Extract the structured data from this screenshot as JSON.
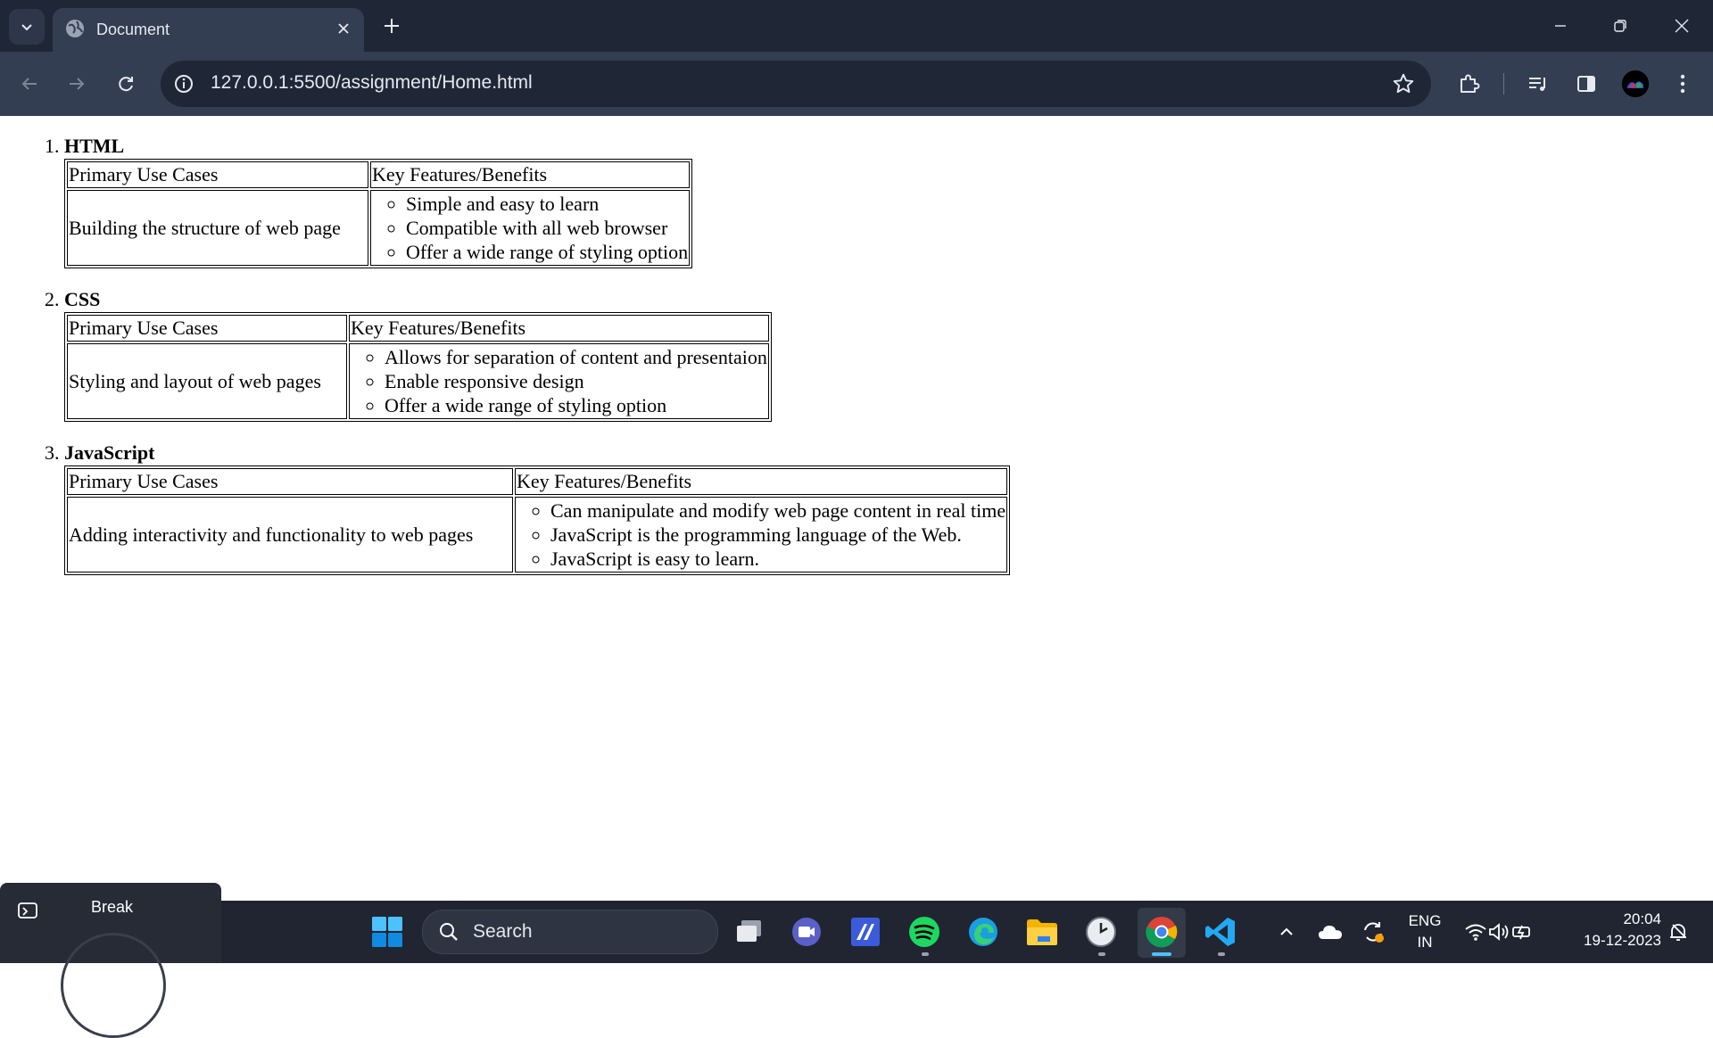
{
  "browser": {
    "tab": {
      "title": "Document"
    },
    "address": {
      "url": "127.0.0.1:5500/assignment/Home.html"
    }
  },
  "page": {
    "languages": [
      {
        "name": "HTML",
        "header_use": "Primary Use Cases",
        "header_features": "Key Features/Benefits",
        "use_case": "Building the structure of web page",
        "features": [
          "Simple and easy to learn",
          "Compatible with all web browser",
          "Offer a wide range of styling option"
        ]
      },
      {
        "name": "CSS",
        "header_use": "Primary Use Cases",
        "header_features": "Key Features/Benefits",
        "use_case": "Styling and layout of web pages",
        "features": [
          "Allows for separation of content and presentaion",
          "Enable responsive design",
          "Offer a wide range of styling option"
        ]
      },
      {
        "name": "JavaScript",
        "header_use": "Primary Use Cases",
        "header_features": "Key Features/Benefits",
        "use_case": "Adding interactivity and functionality to web pages",
        "features": [
          "Can manipulate and modify web page content in real time",
          "JavaScript is the programming language of the Web.",
          "JavaScript is easy to learn."
        ]
      }
    ]
  },
  "taskbar": {
    "break_widget": {
      "label": "Break"
    },
    "search": {
      "placeholder": "Search"
    },
    "tray": {
      "language": "ENG",
      "region": "IN",
      "time": "20:04",
      "date": "19-12-2023"
    }
  },
  "colors": {
    "tabbar_bg": "#1f2737",
    "toolbar_bg": "#333e52",
    "taskbar_bg": "#202531"
  }
}
